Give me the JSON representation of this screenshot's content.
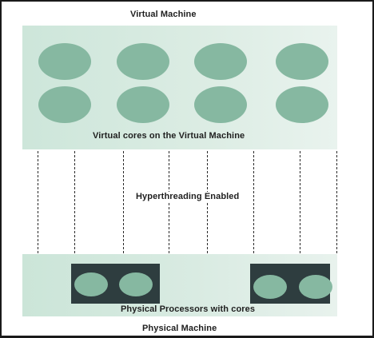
{
  "diagram": {
    "vm_title": "Virtual Machine",
    "vm_caption": "Virtual cores on the Virtual Machine",
    "middle_label": "Hyperthreading Enabled",
    "pm_caption": "Physical Processors with cores",
    "pm_title": "Physical Machine",
    "virtual_core_count": 8,
    "processor_count": 2,
    "cores_per_processor": 2,
    "colors": {
      "core_fill": "#86b8a1",
      "box_fill": "#d4e9de",
      "processor_fill": "#2e3d3f",
      "border": "#1a1a1a"
    }
  }
}
